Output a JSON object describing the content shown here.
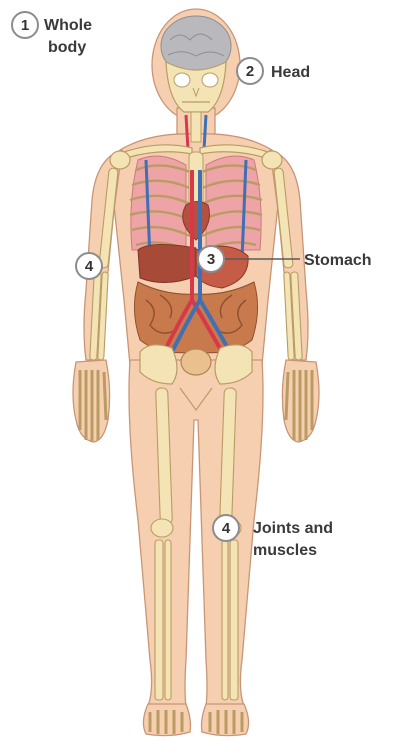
{
  "markers": [
    {
      "number": "1",
      "label_lines": [
        "Whole",
        "body"
      ]
    },
    {
      "number": "2",
      "label_lines": [
        "Head"
      ]
    },
    {
      "number": "3",
      "label_lines": [
        "Stomach"
      ]
    },
    {
      "number": "4",
      "label_lines": []
    },
    {
      "number": "4",
      "label_lines": [
        "Joints and",
        "muscles"
      ]
    }
  ],
  "colors": {
    "skin": "#f6cfb0",
    "skin_outline": "#c99577",
    "bone": "#f3e3b5",
    "bone_outline": "#b99c63",
    "brain": "#b9b9bd",
    "organ_red": "#b5513f",
    "intestine": "#c87a4d",
    "lung_pink": "#eea3a6",
    "artery": "#d8394a",
    "vein": "#3f6fb5",
    "marker_fill": "#ffffff",
    "marker_stroke": "#8c8c8c",
    "text": "#3a3a3a"
  }
}
